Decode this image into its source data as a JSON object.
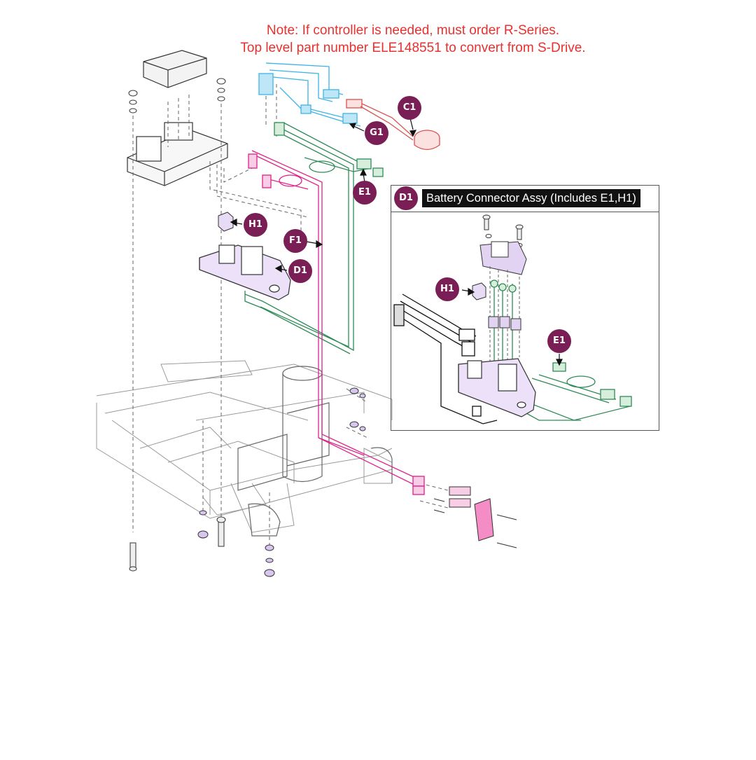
{
  "note": {
    "line1": "Note: If controller is needed, must order R-Series.",
    "line2": "Top level part number ELE148551 to convert from S-Drive."
  },
  "inset": {
    "badge": "D1",
    "title": "Battery Connector Assy (Includes E1,H1)"
  },
  "callouts": {
    "c1": "C1",
    "g1": "G1",
    "e1": "E1",
    "h1": "H1",
    "f1": "F1",
    "d1": "D1",
    "inset_h1": "H1",
    "inset_e1": "E1"
  },
  "colors": {
    "note_text": "#e8312f",
    "callout_fill": "#7a1f55",
    "wire_blue": "#3bb4e6",
    "wire_green": "#2e8b57",
    "wire_magenta": "#e0218a",
    "wire_red": "#d9534f",
    "part_purple": "#b59ad6",
    "part_outline": "#333333"
  }
}
